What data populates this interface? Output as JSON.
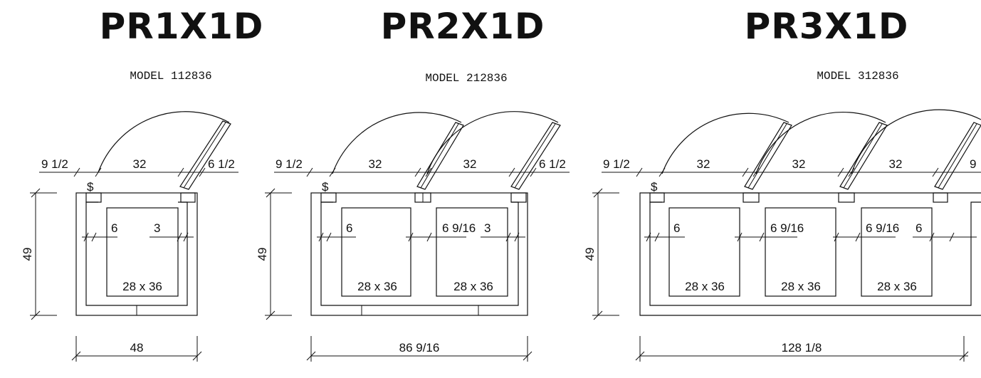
{
  "panels": [
    {
      "title": "PR1X1D",
      "model": "MODEL 112836",
      "dims": {
        "left_offset": "9 1/2",
        "door": [
          "32"
        ],
        "right_offset": "6 1/2",
        "depth": "49",
        "width": "48",
        "inner_left": "6",
        "inner_gaps": [],
        "inner_right": "3",
        "boxes": [
          "28 x 36"
        ]
      },
      "symbol": "$"
    },
    {
      "title": "PR2X1D",
      "model": "MODEL 212836",
      "dims": {
        "left_offset": "9 1/2",
        "door": [
          "32",
          "32"
        ],
        "right_offset": "6 1/2",
        "depth": "49",
        "width": "86 9/16",
        "inner_left": "6",
        "inner_gaps": [
          "6 9/16"
        ],
        "inner_right": "3",
        "boxes": [
          "28 x 36",
          "28 x 36"
        ]
      },
      "symbol": "$"
    },
    {
      "title": "PR3X1D",
      "model": "MODEL 312836",
      "dims": {
        "left_offset": "9 1/2",
        "door": [
          "32",
          "32",
          "32"
        ],
        "right_offset": "9",
        "depth": "49",
        "width": "128 1/8",
        "inner_left": "6",
        "inner_gaps": [
          "6 9/16",
          "6 9/16"
        ],
        "inner_right": "6",
        "boxes": [
          "28 x 36",
          "28 x 36",
          "28 x 36"
        ]
      },
      "symbol": "$"
    }
  ]
}
